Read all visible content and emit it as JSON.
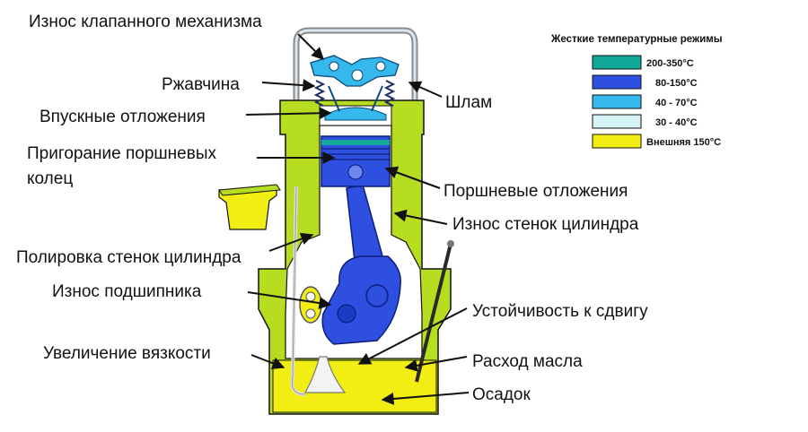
{
  "labels": {
    "valve_wear": "Износ клапанного механизма",
    "rust": "Ржавчина",
    "sludge": "Шлам",
    "intake_deposits": "Впускные отложения",
    "ring_burn_line1": "Пригорание поршневых",
    "ring_burn_line2": "колец",
    "piston_deposits": "Поршневые отложения",
    "cylinder_wear": "Износ стенок цилиндра",
    "cylinder_polish": "Полировка стенок цилиндра",
    "bearing_wear": "Износ подшипника",
    "shear_stability": "Устойчивость к сдвигу",
    "viscosity_increase": "Увеличение вязкости",
    "oil_consumption": "Расход масла",
    "sediment": "Осадок"
  },
  "legend": {
    "title": "Жесткие температурные режимы",
    "items": [
      {
        "label": "200-350°C",
        "color": "#11a89a"
      },
      {
        "label": "80-150°C",
        "color": "#2f4fe0"
      },
      {
        "label": "40 - 70°C",
        "color": "#35b8ec"
      },
      {
        "label": "30 - 40°C",
        "color": "#d6f4f6"
      },
      {
        "label": "Внешняя 150°C",
        "color": "#f2ee14"
      }
    ]
  },
  "colors": {
    "engine_body": "#b7dd20",
    "oil": "#f2ee14",
    "piston": "#2f4fe0",
    "valve_head": "#35b8ec",
    "outline": "#111111"
  }
}
